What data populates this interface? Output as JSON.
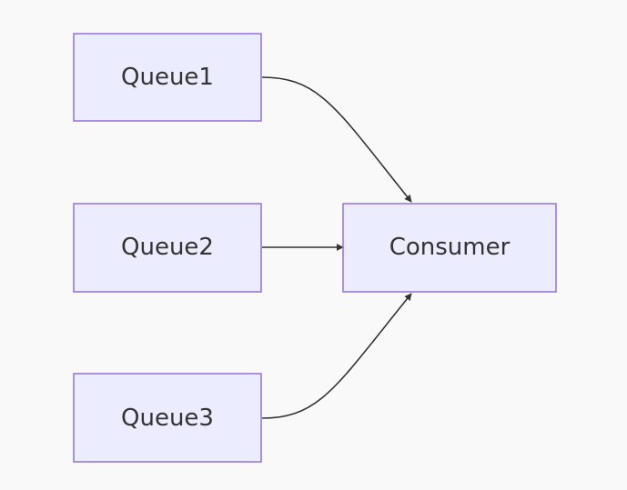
{
  "diagram": {
    "type": "flowchart",
    "direction": "LR",
    "nodes": [
      {
        "id": "queue1",
        "label": "Queue1"
      },
      {
        "id": "queue2",
        "label": "Queue2"
      },
      {
        "id": "queue3",
        "label": "Queue3"
      },
      {
        "id": "consumer",
        "label": "Consumer"
      }
    ],
    "edges": [
      {
        "from": "queue1",
        "to": "consumer"
      },
      {
        "from": "queue2",
        "to": "consumer"
      },
      {
        "from": "queue3",
        "to": "consumer"
      }
    ],
    "colors": {
      "node_fill": "#ececff",
      "node_stroke": "#9370db",
      "edge": "#333333",
      "text": "#333333",
      "background": "#f9f9f9"
    }
  }
}
